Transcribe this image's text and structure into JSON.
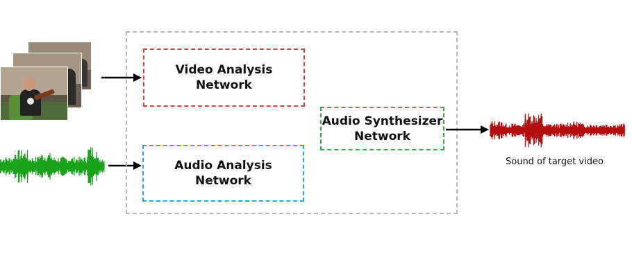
{
  "modules": {
    "video_analysis": {
      "line1": "Video Analysis",
      "line2": "Network"
    },
    "audio_analysis": {
      "line1": "Audio Analysis",
      "line2": "Network"
    },
    "audio_synthesizer": {
      "line1": "Audio Synthesizer",
      "line2": "Network"
    }
  },
  "output": {
    "caption": "Sound of target video"
  },
  "colors": {
    "video_box": "#e53935",
    "audio_box": "#29a8e0",
    "synth_box": "#2eae4a",
    "outer_box": "#b5b5b5",
    "input_waveform": "#1aa31a",
    "output_waveform": "#b30f0f",
    "arrow": "#000000"
  },
  "icons": {
    "video_input": "video-frames-stack",
    "audio_input": "green-waveform",
    "audio_output": "red-waveform"
  }
}
